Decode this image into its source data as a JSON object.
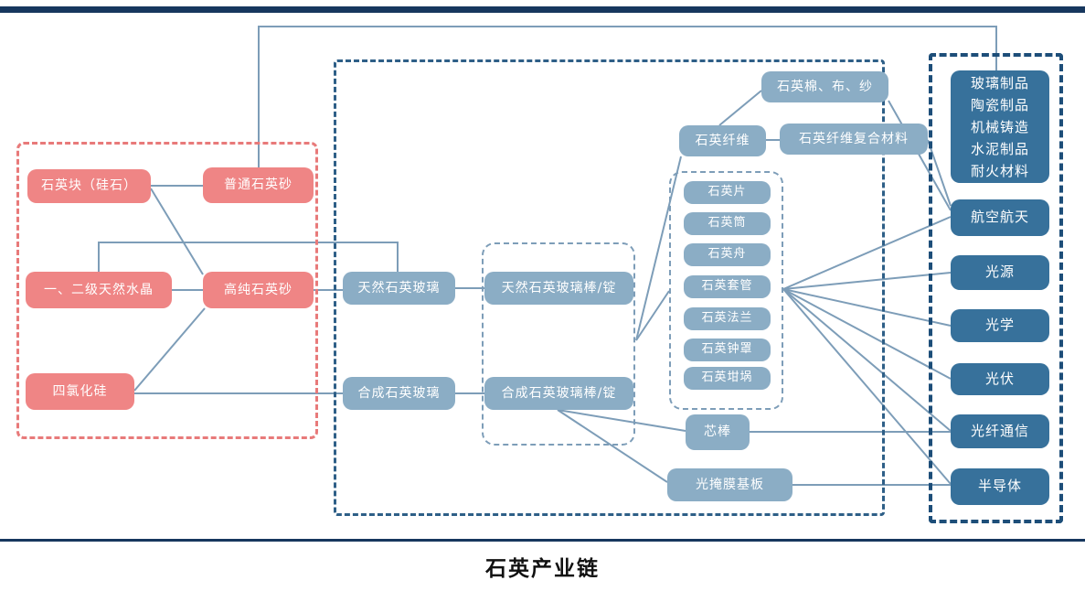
{
  "title": "石英产业链",
  "raw": {
    "quartz_block": "石英块（硅石）",
    "ordinary_sand": "普通石英砂",
    "natural_crystal": "一、二级天然水晶",
    "high_purity_sand": "高纯石英砂",
    "silicon_tetrachloride": "四氯化硅"
  },
  "mid": {
    "natural_glass": "天然石英玻璃",
    "synthetic_glass": "合成石英玻璃",
    "natural_rod_ingot": "天然石英玻璃棒/锭",
    "synthetic_rod_ingot": "合成石英玻璃棒/锭",
    "quartz_fiber": "石英纤维",
    "quartz_wool_cloth_yarn": "石英棉、布、纱",
    "fiber_composite": "石英纤维复合材料",
    "products": [
      "石英片",
      "石英筒",
      "石英舟",
      "石英套管",
      "石英法兰",
      "石英钟罩",
      "石英坩埚"
    ],
    "core_rod": "芯棒",
    "photomask_substrate": "光掩膜基板"
  },
  "apps": {
    "industrial": [
      "玻璃制品",
      "陶瓷制品",
      "机械铸造",
      "水泥制品",
      "耐火材料"
    ],
    "aerospace": "航空航天",
    "light_source": "光源",
    "optics": "光学",
    "photovoltaics": "光伏",
    "fiber_communication": "光纤通信",
    "semiconductor": "半导体"
  },
  "colors": {
    "node_pink": "#ef8585",
    "node_blue": "#8badc5",
    "node_dark": "#37719b",
    "line": "#7d9db8",
    "red_border": "#e87a7a",
    "mid_border": "#2e5f87",
    "dark_border": "#1d4e79",
    "bar": "#17375e",
    "title_color": "#111111"
  }
}
